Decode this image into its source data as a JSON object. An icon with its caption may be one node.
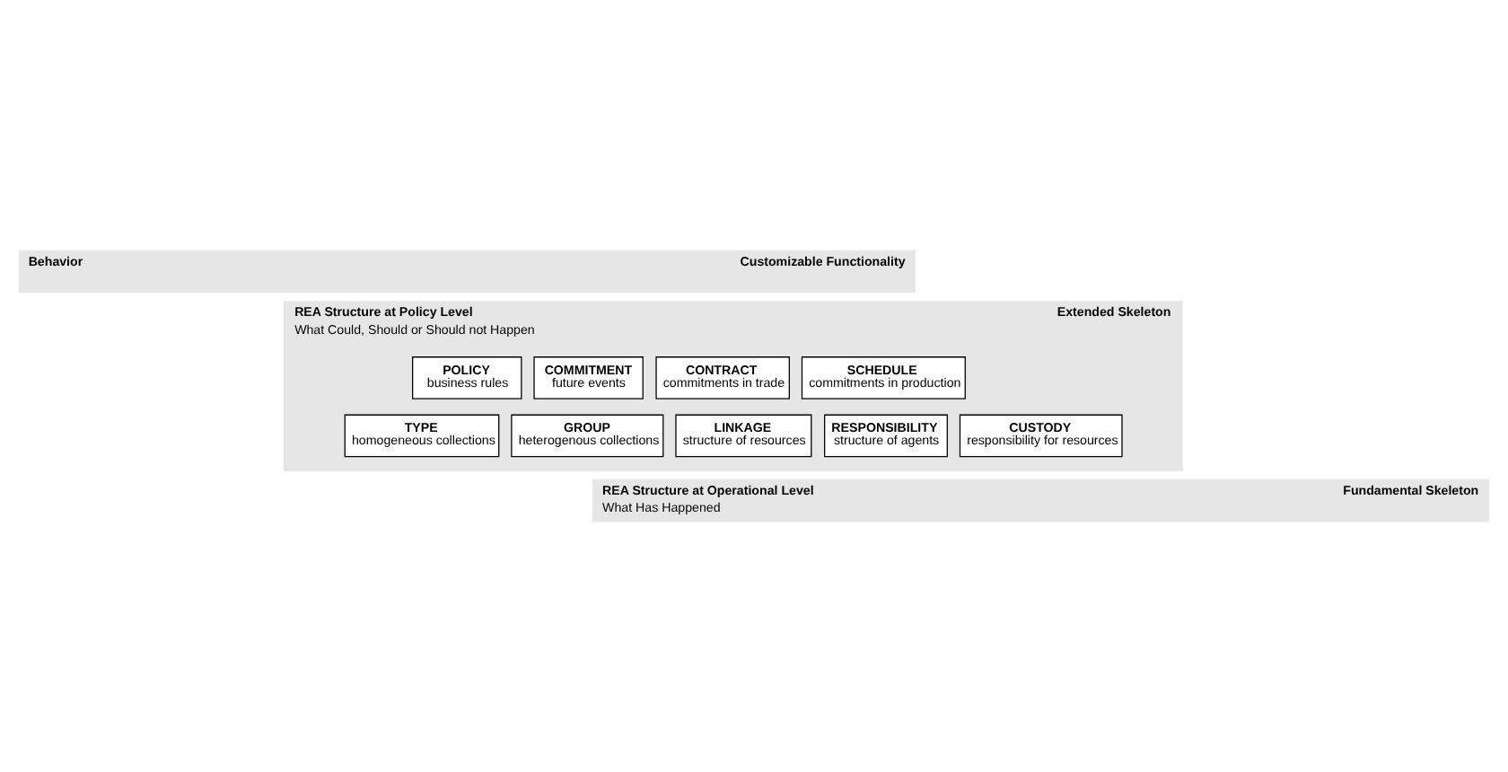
{
  "diagram": {
    "nodes": [
      {
        "text": [
          "Behavior",
          "Customizable Functionality"
        ]
      },
      {
        "text": [
          "REA Structure at Policy Level",
          "What Could, Should or Should not Happen",
          "Extended Skeleton"
        ]
      },
      {
        "text": [
          "POLICY",
          "business rules"
        ],
        "in": 1
      },
      {
        "text": [
          "COMMITMENT",
          "future events"
        ],
        "in": 1
      },
      {
        "text": [
          "CONTRACT",
          "commitments in trade"
        ],
        "in": 1
      },
      {
        "text": [
          "SCHEDULE",
          "commitments in production"
        ],
        "in": 1
      },
      {
        "text": [
          "TYPE",
          "homogeneous collections"
        ],
        "in": 1
      },
      {
        "text": [
          "GROUP",
          "heterogenous collections"
        ],
        "in": 1
      },
      {
        "text": [
          "LINKAGE",
          "structure of resources"
        ],
        "in": 1
      },
      {
        "text": [
          "RESPONSIBILITY",
          "structure of agents"
        ],
        "in": 1
      },
      {
        "text": [
          "CUSTODY",
          "responsibility for resources"
        ],
        "in": 1
      },
      {
        "text": [
          "REA Structure at Operational Level",
          "What Has Happened",
          "Fundamental Skeleton"
        ]
      }
    ],
    "edges": []
  }
}
